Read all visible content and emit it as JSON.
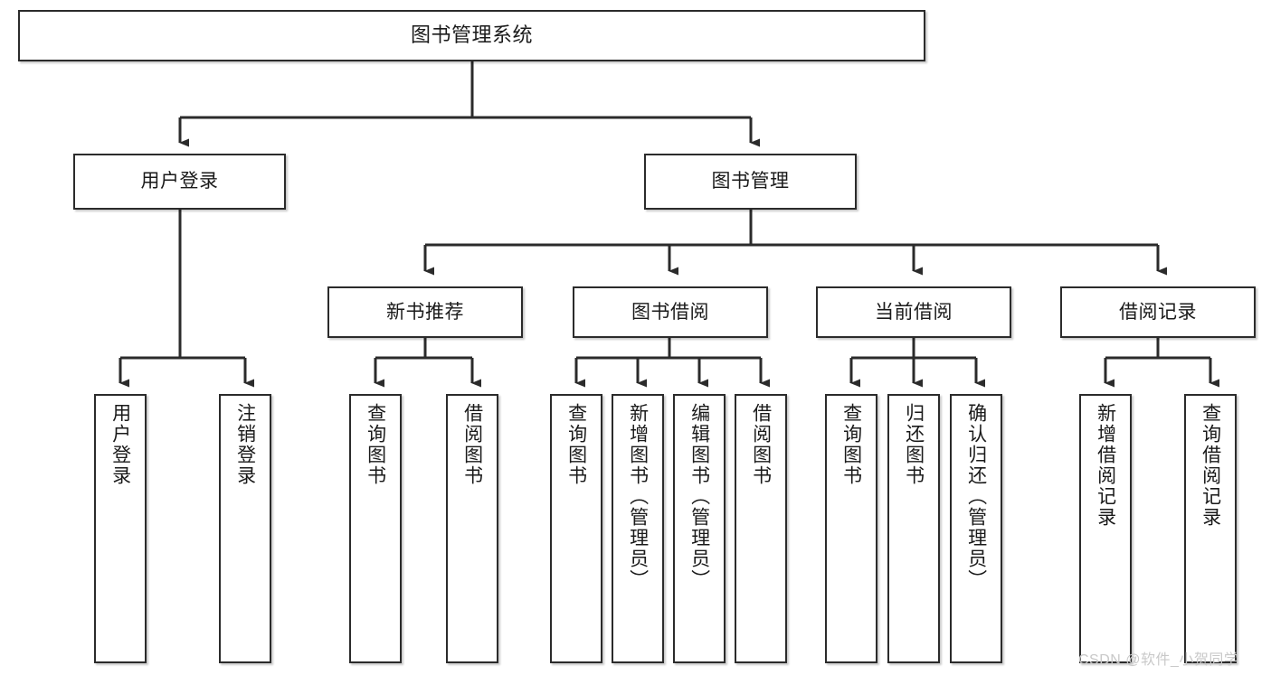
{
  "diagram": {
    "type": "tree",
    "title": "图书管理系统",
    "root": {
      "label": "图书管理系统"
    },
    "level2": [
      {
        "label": "用户登录"
      },
      {
        "label": "图书管理"
      }
    ],
    "level3": [
      {
        "label": "新书推荐"
      },
      {
        "label": "图书借阅"
      },
      {
        "label": "当前借阅"
      },
      {
        "label": "借阅记录"
      }
    ],
    "leaves": {
      "user_login": [
        {
          "label": "用户登录"
        },
        {
          "label": "注销登录"
        }
      ],
      "new_book_recommend": [
        {
          "label": "查询图书"
        },
        {
          "label": "借阅图书"
        }
      ],
      "book_borrow": [
        {
          "label": "查询图书"
        },
        {
          "label": "新增图书（管理员）"
        },
        {
          "label": "编辑图书（管理员）"
        },
        {
          "label": "借阅图书"
        }
      ],
      "current_borrow": [
        {
          "label": "查询图书"
        },
        {
          "label": "归还图书"
        },
        {
          "label": "确认归还（管理员）"
        }
      ],
      "borrow_record": [
        {
          "label": "新增借阅记录"
        },
        {
          "label": "查询借阅记录"
        }
      ]
    }
  },
  "watermark": {
    "text": "CSDN @软件_小贺同学",
    "color": "#c9c9c9"
  },
  "colors": {
    "stroke": "#2b2b2b",
    "background": "#ffffff",
    "text": "#1a1a1a"
  }
}
